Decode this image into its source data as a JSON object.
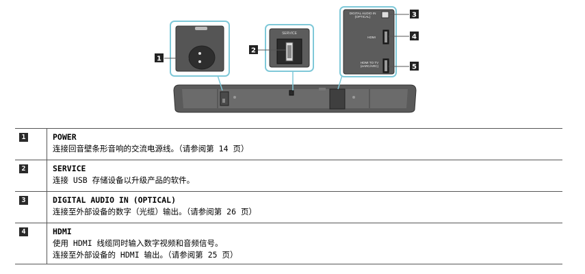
{
  "figure": {
    "callouts": [
      "1",
      "2",
      "3",
      "4",
      "5"
    ],
    "service_panel_label": "SERVICE",
    "right_panel": {
      "digital_audio_line1": "DIGITAL AUDIO IN",
      "digital_audio_line2": "(OPTICAL)",
      "hdmi": "HDMI",
      "hdmi_tv_line1": "HDMI TO TV",
      "hdmi_tv_line2": "(eARC/ARC)"
    }
  },
  "rows": [
    {
      "num": "1",
      "title": "POWER",
      "lines": [
        "连接回音壁条形音响的交流电源线。（请参阅第 14 页）"
      ]
    },
    {
      "num": "2",
      "title": "SERVICE",
      "lines": [
        "连接 USB 存储设备以升级产品的软件。"
      ]
    },
    {
      "num": "3",
      "title": "DIGITAL AUDIO IN (OPTICAL)",
      "lines": [
        "连接至外部设备的数字（光缆）输出。（请参阅第 26 页）"
      ]
    },
    {
      "num": "4",
      "title": "HDMI",
      "lines": [
        "使用 HDMI 线缆同时输入数字视频和音频信号。",
        "连接至外部设备的 HDMI 输出。（请参阅第 25 页）"
      ]
    }
  ]
}
